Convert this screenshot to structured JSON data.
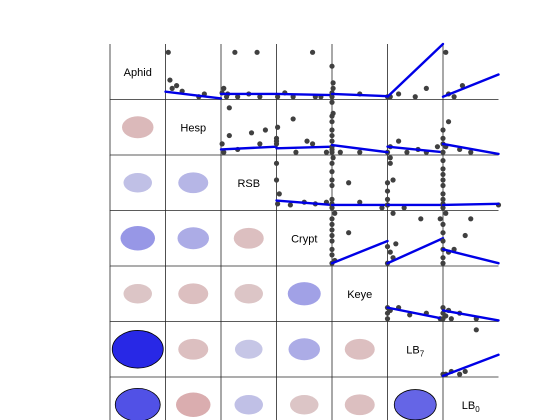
{
  "chart_data": {
    "type": "correlation-matrix",
    "variables": [
      {
        "name": "Aphid"
      },
      {
        "name": "Hesp"
      },
      {
        "name": "RSB"
      },
      {
        "name": "Crypt"
      },
      {
        "name": "Keye"
      },
      {
        "name": "LB",
        "sub": "7"
      },
      {
        "name": "LB",
        "sub": "0"
      }
    ],
    "lower_correlations": [
      {
        "row": 1,
        "col": 0,
        "r": -0.25
      },
      {
        "row": 2,
        "col": 0,
        "r": 0.15
      },
      {
        "row": 2,
        "col": 1,
        "r": 0.2
      },
      {
        "row": 3,
        "col": 0,
        "r": 0.35
      },
      {
        "row": 3,
        "col": 1,
        "r": 0.25
      },
      {
        "row": 3,
        "col": 2,
        "r": -0.2
      },
      {
        "row": 4,
        "col": 0,
        "r": -0.15
      },
      {
        "row": 4,
        "col": 1,
        "r": -0.2
      },
      {
        "row": 4,
        "col": 2,
        "r": -0.15
      },
      {
        "row": 4,
        "col": 3,
        "r": 0.3
      },
      {
        "row": 5,
        "col": 0,
        "r": 0.9
      },
      {
        "row": 5,
        "col": 1,
        "r": -0.2
      },
      {
        "row": 5,
        "col": 2,
        "r": 0.12
      },
      {
        "row": 5,
        "col": 3,
        "r": 0.25
      },
      {
        "row": 5,
        "col": 4,
        "r": -0.2
      },
      {
        "row": 6,
        "col": 0,
        "r": 0.7
      },
      {
        "row": 6,
        "col": 1,
        "r": -0.35
      },
      {
        "row": 6,
        "col": 2,
        "r": 0.15
      },
      {
        "row": 6,
        "col": 3,
        "r": -0.15
      },
      {
        "row": 6,
        "col": 4,
        "r": -0.2
      },
      {
        "row": 6,
        "col": 5,
        "r": 0.6
      }
    ],
    "upper_scatter": [
      {
        "row": 0,
        "col": 1,
        "points": [
          [
            0.05,
            0.85
          ],
          [
            0.08,
            0.35
          ],
          [
            0.12,
            0.2
          ],
          [
            0.2,
            0.25
          ],
          [
            0.3,
            0.15
          ],
          [
            0.6,
            0.05
          ],
          [
            0.7,
            0.1
          ]
        ],
        "fit": [
          [
            0,
            0.14
          ],
          [
            1,
            0.02
          ]
        ]
      },
      {
        "row": 0,
        "col": 2,
        "points": [
          [
            0.02,
            0.12
          ],
          [
            0.05,
            0.2
          ],
          [
            0.1,
            0.05
          ],
          [
            0.12,
            0.1
          ],
          [
            0.25,
            0.85
          ],
          [
            0.3,
            0.05
          ],
          [
            0.5,
            0.1
          ],
          [
            0.65,
            0.85
          ],
          [
            0.7,
            0.05
          ]
        ],
        "fit": [
          [
            0,
            0.1
          ],
          [
            1,
            0.1
          ]
        ]
      },
      {
        "row": 0,
        "col": 3,
        "points": [
          [
            0.02,
            0.05
          ],
          [
            0.15,
            0.12
          ],
          [
            0.3,
            0.05
          ],
          [
            0.65,
            0.85
          ],
          [
            0.7,
            0.05
          ],
          [
            0.8,
            0.05
          ]
        ],
        "fit": [
          [
            0,
            0.1
          ],
          [
            1,
            0.08
          ]
        ]
      },
      {
        "row": 0,
        "col": 4,
        "points": [
          [
            0,
            0.05
          ],
          [
            0,
            0.12
          ],
          [
            0.02,
            0.2
          ],
          [
            0.02,
            0.3
          ],
          [
            0,
            0.6
          ],
          [
            0.5,
            0.1
          ],
          [
            1,
            0.05
          ]
        ],
        "fit": [
          [
            0,
            0.1
          ],
          [
            1,
            0.06
          ]
        ]
      },
      {
        "row": 0,
        "col": 5,
        "points": [
          [
            0.05,
            0.05
          ],
          [
            0.2,
            0.1
          ],
          [
            0.5,
            0.05
          ],
          [
            0.7,
            0.2
          ]
        ],
        "fit": [
          [
            0,
            0.05
          ],
          [
            1,
            1.0
          ]
        ]
      },
      {
        "row": 0,
        "col": 6,
        "points": [
          [
            0.05,
            0.85
          ],
          [
            0.1,
            0.1
          ],
          [
            0.2,
            0.05
          ],
          [
            0.35,
            0.25
          ]
        ],
        "fit": [
          [
            0,
            0.05
          ],
          [
            1,
            0.45
          ]
        ]
      },
      {
        "row": 1,
        "col": 2,
        "points": [
          [
            0.02,
            0.2
          ],
          [
            0.05,
            0.05
          ],
          [
            0.15,
            0.35
          ],
          [
            0.15,
            0.85
          ],
          [
            0.3,
            0.1
          ],
          [
            0.55,
            0.4
          ],
          [
            0.7,
            0.2
          ],
          [
            0.8,
            0.45
          ],
          [
            1,
            0.25
          ]
        ],
        "fit": [
          [
            0,
            0.1
          ],
          [
            1,
            0.15
          ]
        ]
      },
      {
        "row": 1,
        "col": 3,
        "points": [
          [
            0,
            0.2
          ],
          [
            0,
            0.3
          ],
          [
            0.02,
            0.5
          ],
          [
            0.3,
            0.65
          ],
          [
            0.35,
            0.05
          ],
          [
            0.55,
            0.25
          ],
          [
            0.65,
            0.2
          ],
          [
            0.9,
            0.05
          ],
          [
            1,
            0.1
          ]
        ],
        "fit": [
          [
            0,
            0.12
          ],
          [
            1,
            0.15
          ]
        ]
      },
      {
        "row": 1,
        "col": 4,
        "points": [
          [
            0,
            0.05
          ],
          [
            0,
            0.15
          ],
          [
            0,
            0.25
          ],
          [
            0,
            0.35
          ],
          [
            0,
            0.45
          ],
          [
            0,
            0.6
          ],
          [
            0,
            0.7
          ],
          [
            0,
            0.95
          ],
          [
            0.02,
            0.75
          ],
          [
            0.15,
            0.05
          ],
          [
            0.5,
            0.05
          ],
          [
            1,
            0.05
          ]
        ],
        "fit": [
          [
            0,
            0.18
          ],
          [
            1,
            0.05
          ]
        ]
      },
      {
        "row": 1,
        "col": 5,
        "points": [
          [
            0.05,
            0.15
          ],
          [
            0.2,
            0.25
          ],
          [
            0.35,
            0.05
          ],
          [
            0.55,
            0.1
          ],
          [
            0.7,
            0.05
          ],
          [
            0.9,
            0.15
          ]
        ],
        "fit": [
          [
            0,
            0.15
          ],
          [
            1,
            0.05
          ]
        ]
      },
      {
        "row": 1,
        "col": 6,
        "points": [
          [
            0,
            0.05
          ],
          [
            0,
            0.2
          ],
          [
            0,
            0.3
          ],
          [
            0,
            0.45
          ],
          [
            0.05,
            0.15
          ],
          [
            0.1,
            0.6
          ],
          [
            0.3,
            0.1
          ],
          [
            0.5,
            0.05
          ]
        ],
        "fit": [
          [
            0,
            0.2
          ],
          [
            1,
            0.02
          ]
        ]
      },
      {
        "row": 2,
        "col": 3,
        "points": [
          [
            0,
            0.55
          ],
          [
            0,
            0.85
          ],
          [
            0.02,
            0.12
          ],
          [
            0.05,
            0.3
          ],
          [
            0.25,
            0.1
          ],
          [
            0.5,
            0.15
          ],
          [
            0.7,
            0.12
          ],
          [
            0.9,
            0.15
          ],
          [
            1,
            0.12
          ]
        ],
        "fit": [
          [
            0,
            0.18
          ],
          [
            1,
            0.1
          ]
        ]
      },
      {
        "row": 2,
        "col": 4,
        "points": [
          [
            0,
            0.05
          ],
          [
            0,
            0.1
          ],
          [
            0,
            0.2
          ],
          [
            0,
            0.45
          ],
          [
            0,
            0.55
          ],
          [
            0,
            0.7
          ],
          [
            0,
            0.85
          ],
          [
            0.02,
            0.95
          ],
          [
            0.3,
            0.5
          ],
          [
            0.5,
            0.15
          ],
          [
            0.9,
            0.05
          ],
          [
            1,
            0.1
          ]
        ],
        "fit": [
          [
            0,
            0.1
          ],
          [
            1,
            0.1
          ]
        ]
      },
      {
        "row": 2,
        "col": 5,
        "points": [
          [
            0,
            0.1
          ],
          [
            0,
            0.2
          ],
          [
            0,
            0.35
          ],
          [
            0,
            0.5
          ],
          [
            0.05,
            0.85
          ],
          [
            0.05,
            0.95
          ],
          [
            0.1,
            0.55
          ],
          [
            0.3,
            0.05
          ]
        ],
        "fit": [
          [
            0,
            0.1
          ],
          [
            1,
            0.1
          ]
        ]
      },
      {
        "row": 2,
        "col": 6,
        "points": [
          [
            0,
            0.05
          ],
          [
            0,
            0.12
          ],
          [
            0,
            0.2
          ],
          [
            0,
            0.3
          ],
          [
            0,
            0.45
          ],
          [
            0,
            0.55
          ],
          [
            0,
            0.65
          ],
          [
            0,
            0.75
          ],
          [
            0,
            0.9
          ],
          [
            1,
            0.1
          ]
        ],
        "fit": [
          [
            0,
            0.1
          ],
          [
            1,
            0.12
          ]
        ]
      },
      {
        "row": 3,
        "col": 4,
        "points": [
          [
            0,
            0.05
          ],
          [
            0,
            0.2
          ],
          [
            0,
            0.3
          ],
          [
            0,
            0.45
          ],
          [
            0,
            0.55
          ],
          [
            0,
            0.65
          ],
          [
            0,
            0.75
          ],
          [
            0,
            0.85
          ],
          [
            0.05,
            0.95
          ],
          [
            0.05,
            0.1
          ],
          [
            0.3,
            0.6
          ],
          [
            1,
            0.35
          ]
        ],
        "fit": [
          [
            0,
            0.05
          ],
          [
            1,
            0.45
          ]
        ]
      },
      {
        "row": 3,
        "col": 5,
        "points": [
          [
            0,
            0.05
          ],
          [
            0.05,
            0.25
          ],
          [
            0.1,
            0.15
          ],
          [
            0.15,
            0.4
          ],
          [
            0.6,
            0.85
          ],
          [
            0.95,
            0.85
          ],
          [
            0.1,
            0.95
          ]
        ],
        "fit": [
          [
            0,
            0.05
          ],
          [
            1,
            0.5
          ]
        ]
      },
      {
        "row": 3,
        "col": 6,
        "points": [
          [
            0,
            0.05
          ],
          [
            0,
            0.15
          ],
          [
            0,
            0.3
          ],
          [
            0,
            0.45
          ],
          [
            0,
            0.6
          ],
          [
            0,
            0.75
          ],
          [
            0.05,
            0.95
          ],
          [
            0.1,
            0.25
          ],
          [
            0.2,
            0.3
          ],
          [
            0.4,
            0.55
          ],
          [
            0.5,
            0.85
          ]
        ],
        "fit": [
          [
            0,
            0.3
          ],
          [
            1,
            0.05
          ]
        ]
      },
      {
        "row": 4,
        "col": 5,
        "points": [
          [
            0,
            0.05
          ],
          [
            0,
            0.15
          ],
          [
            0,
            0.25
          ],
          [
            0.05,
            0.2
          ],
          [
            0.2,
            0.25
          ],
          [
            0.4,
            0.12
          ],
          [
            0.7,
            0.15
          ],
          [
            0.95,
            0.05
          ]
        ],
        "fit": [
          [
            0,
            0.25
          ],
          [
            1,
            0.05
          ]
        ]
      },
      {
        "row": 4,
        "col": 6,
        "points": [
          [
            0,
            0.05
          ],
          [
            0,
            0.15
          ],
          [
            0,
            0.25
          ],
          [
            0.05,
            0.1
          ],
          [
            0.1,
            0.2
          ],
          [
            0.15,
            0.05
          ],
          [
            0.3,
            0.15
          ],
          [
            0.6,
            0.05
          ]
        ],
        "fit": [
          [
            0,
            0.2
          ],
          [
            1,
            0.02
          ]
        ]
      },
      {
        "row": 5,
        "col": 6,
        "points": [
          [
            0,
            0.05
          ],
          [
            0.05,
            0.05
          ],
          [
            0.15,
            0.1
          ],
          [
            0.3,
            0.05
          ],
          [
            0.4,
            0.1
          ],
          [
            0.6,
            0.85
          ]
        ],
        "fit": [
          [
            0,
            0.02
          ],
          [
            1,
            0.4
          ]
        ]
      }
    ]
  }
}
